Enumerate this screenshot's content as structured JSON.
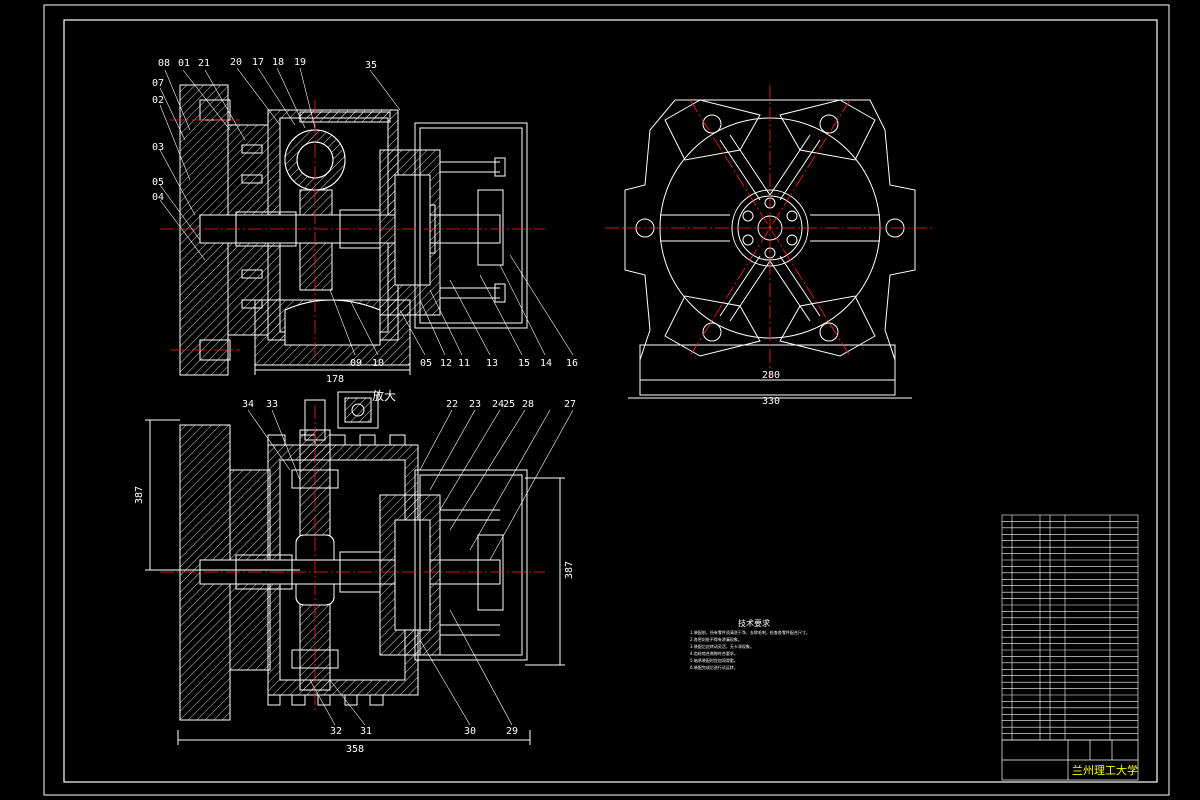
{
  "drawing": {
    "colors": {
      "background": "#000000",
      "line": "#ffffff",
      "center_line": "#ff2020",
      "hatch": "#ffffff",
      "accent": "#ffff00"
    },
    "top_view_labels": [
      "08",
      "01",
      "21",
      "20",
      "17",
      "18",
      "19",
      "35",
      "07",
      "02",
      "03",
      "05",
      "04",
      "09",
      "10",
      "05",
      "12",
      "11",
      "13",
      "15",
      "14",
      "16"
    ],
    "bottom_view_labels": [
      "34",
      "33",
      "22",
      "23",
      "24",
      "25",
      "28",
      "27",
      "32",
      "31",
      "30",
      "29"
    ],
    "detail_label": "放大",
    "dimension_texts": [
      "178",
      "280",
      "330",
      "358",
      "387",
      "387"
    ],
    "notes_title": "技术要求",
    "notes_lines": [
      "1.装配前，所有零件须清洗干净，去除毛刺，检查各零件配合尺寸。",
      "2.各密封处不得有渗漏现象。",
      "3.装配后应转动灵活，无卡滞现象。",
      "4.齿轮啮合侧隙符合要求。",
      "5.轴承装配时应加润滑脂。",
      "6.装配完成后进行试运转。"
    ],
    "school_name": "兰州理工大学"
  }
}
